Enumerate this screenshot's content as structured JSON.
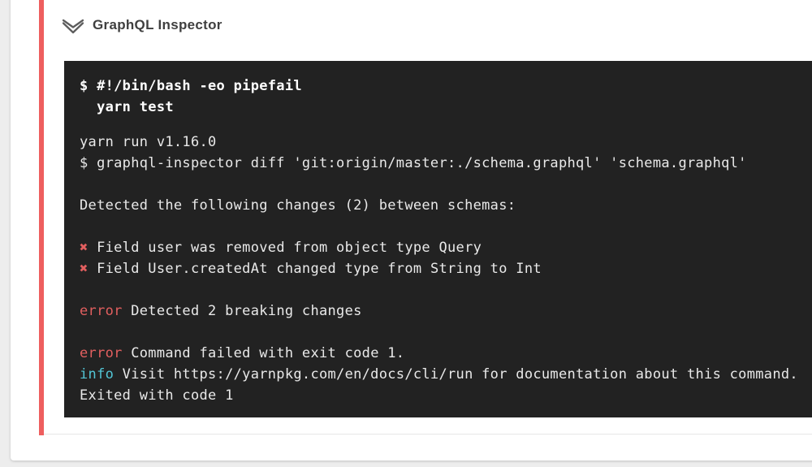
{
  "theme": {
    "page_bg": "#ededed",
    "card_bg": "#ffffff",
    "status_red": "#ee5e5e",
    "divider": "#e7e7e7",
    "title_color": "#3f3f3f",
    "terminal_bg": "#222222",
    "terminal_text": "#e9e9e9",
    "terminal_bold_text": "#ffffff",
    "terminal_red": "#e25f5f",
    "terminal_cyan": "#52c5d5"
  },
  "step": {
    "title": "GraphQL Inspector",
    "icon": "double-chevron-down-icon",
    "status": "failed"
  },
  "terminal": {
    "command_lines": [
      "$ #!/bin/bash -eo pipefail",
      "  yarn test"
    ],
    "output_lines": [
      [
        {
          "t": "yarn run v1.16.0",
          "c": "default"
        }
      ],
      [
        {
          "t": "$ graphql-inspector diff 'git:origin/master:./schema.graphql' 'schema.graphql'",
          "c": "default"
        }
      ],
      [],
      [
        {
          "t": "Detected the following changes (2) between schemas:",
          "c": "default"
        }
      ],
      [],
      [
        {
          "t": "✖",
          "c": "red"
        },
        {
          "t": " Field user was removed from object type Query",
          "c": "default"
        }
      ],
      [
        {
          "t": "✖",
          "c": "red"
        },
        {
          "t": " Field User.createdAt changed type from String to Int",
          "c": "default"
        }
      ],
      [],
      [
        {
          "t": "error",
          "c": "red"
        },
        {
          "t": " Detected 2 breaking changes",
          "c": "default"
        }
      ],
      [],
      [
        {
          "t": "error",
          "c": "red"
        },
        {
          "t": " Command failed with exit code 1.",
          "c": "default"
        }
      ],
      [
        {
          "t": "info",
          "c": "cyan"
        },
        {
          "t": " Visit https://yarnpkg.com/en/docs/cli/run for documentation about this command.",
          "c": "default"
        }
      ],
      [
        {
          "t": "Exited with code 1",
          "c": "default"
        }
      ]
    ]
  }
}
